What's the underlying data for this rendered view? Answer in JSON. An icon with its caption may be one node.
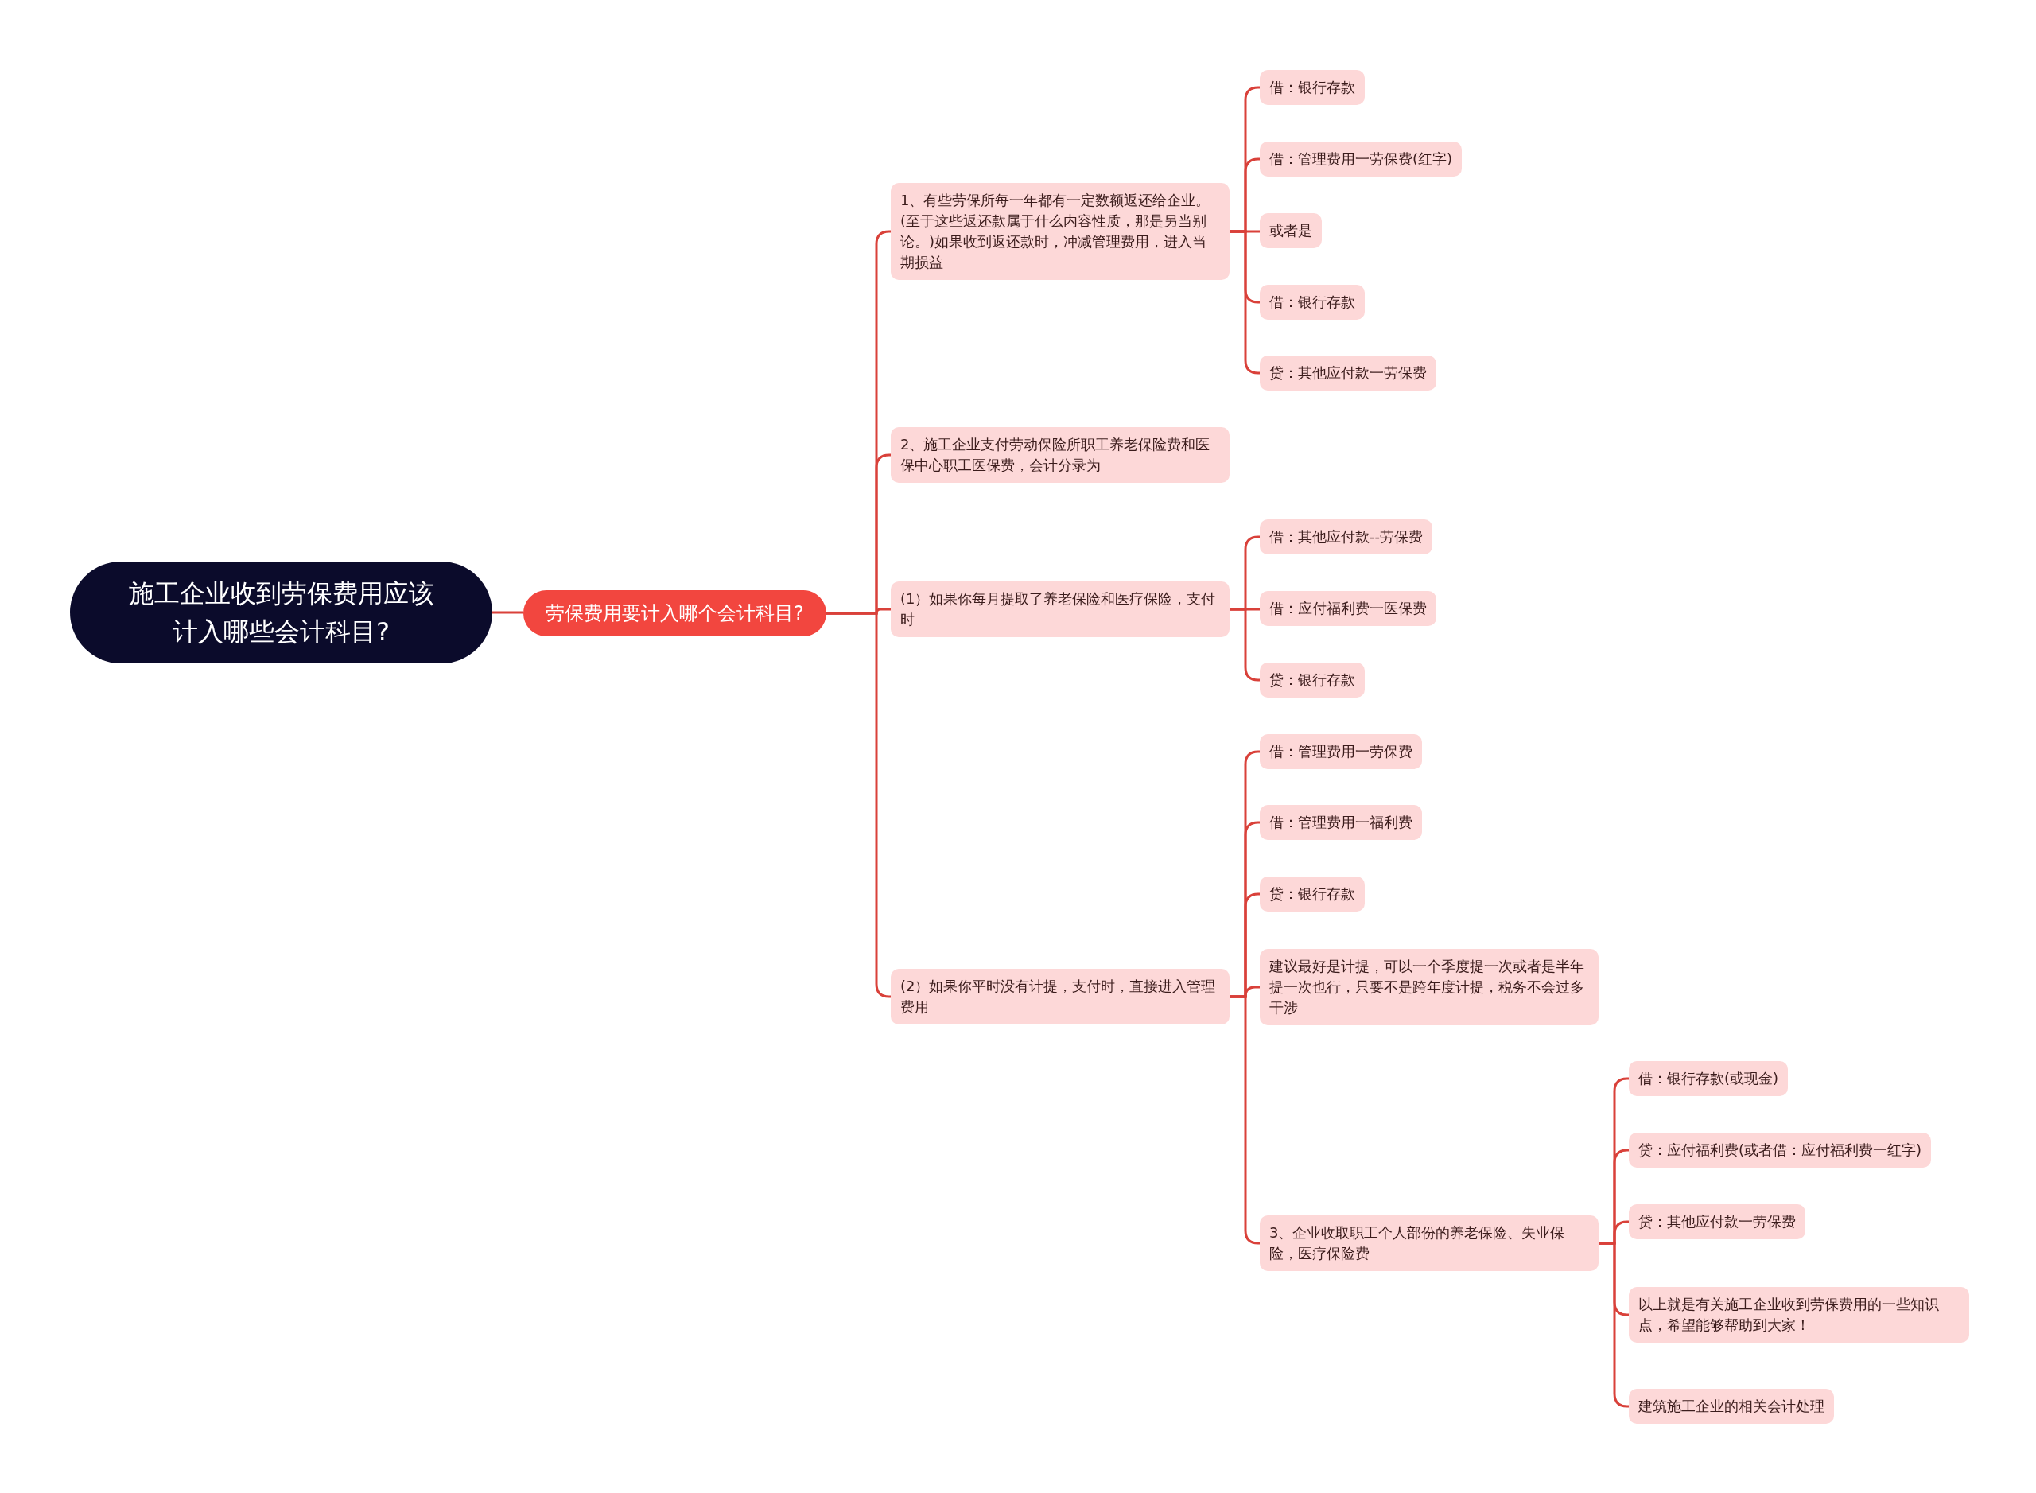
{
  "diagram": {
    "nodes": [
      {
        "text": [
          "施工企业收到劳保费用应该计入哪些会计科目?"
        ]
      },
      {
        "text": [
          "劳保费用要计入哪个会计科目?"
        ]
      },
      {
        "text": [
          "1、有些劳保所每一年都有一定数额返还给企业。(至于这些返还款属于什么内容性质，那是另当别论。)如果收到返还款时，冲减管理费用，进入当期损益"
        ]
      },
      {
        "text": [
          "借：银行存款"
        ]
      },
      {
        "text": [
          "借：管理费用一劳保费(红字)"
        ]
      },
      {
        "text": [
          "或者是"
        ]
      },
      {
        "text": [
          "借：银行存款"
        ]
      },
      {
        "text": [
          "贷：其他应付款一劳保费"
        ]
      },
      {
        "text": [
          "2、施工企业支付劳动保险所职工养老保险费和医保中心职工医保费，会计分录为"
        ]
      },
      {
        "text": [
          "(1）如果你每月提取了养老保险和医疗保险，支付时"
        ]
      },
      {
        "text": [
          "借：其他应付款--劳保费"
        ]
      },
      {
        "text": [
          "借：应付福利费一医保费"
        ]
      },
      {
        "text": [
          "贷：银行存款"
        ]
      },
      {
        "text": [
          "(2）如果你平时没有计提，支付时，直接进入管理费用"
        ]
      },
      {
        "text": [
          "借：管理费用一劳保费"
        ]
      },
      {
        "text": [
          "借：管理费用一福利费"
        ]
      },
      {
        "text": [
          "贷：银行存款"
        ]
      },
      {
        "text": [
          "建议最好是计提，可以一个季度提一次或者是半年提一次也行，只要不是跨年度计提，税务不会过多干涉"
        ]
      },
      {
        "text": [
          "3、企业收取职工个人部份的养老保险、失业保险，医疗保险费"
        ]
      },
      {
        "text": [
          "借：银行存款(或现金)"
        ]
      },
      {
        "text": [
          "贷：应付福利费(或者借：应付福利费一红字)"
        ]
      },
      {
        "text": [
          "贷：其他应付款一劳保费"
        ]
      },
      {
        "text": [
          "以上就是有关施工企业收到劳保费用的一些知识点，希望能够帮助到大家！"
        ]
      },
      {
        "text": [
          "建筑施工企业的相关会计处理"
        ]
      }
    ],
    "edges": [
      {
        "from": 0,
        "to": 1,
        "arrow": "none"
      },
      {
        "from": 1,
        "to": 2,
        "arrow": "none"
      },
      {
        "from": 1,
        "to": 8,
        "arrow": "none"
      },
      {
        "from": 1,
        "to": 9,
        "arrow": "none"
      },
      {
        "from": 1,
        "to": 13,
        "arrow": "none"
      },
      {
        "from": 2,
        "to": 3,
        "arrow": "none"
      },
      {
        "from": 2,
        "to": 4,
        "arrow": "none"
      },
      {
        "from": 2,
        "to": 5,
        "arrow": "none"
      },
      {
        "from": 2,
        "to": 6,
        "arrow": "none"
      },
      {
        "from": 2,
        "to": 7,
        "arrow": "none"
      },
      {
        "from": 9,
        "to": 10,
        "arrow": "none"
      },
      {
        "from": 9,
        "to": 11,
        "arrow": "none"
      },
      {
        "from": 9,
        "to": 12,
        "arrow": "none"
      },
      {
        "from": 13,
        "to": 14,
        "arrow": "none"
      },
      {
        "from": 13,
        "to": 15,
        "arrow": "none"
      },
      {
        "from": 13,
        "to": 16,
        "arrow": "none"
      },
      {
        "from": 13,
        "to": 17,
        "arrow": "none"
      },
      {
        "from": 13,
        "to": 18,
        "arrow": "none"
      },
      {
        "from": 18,
        "to": 19,
        "arrow": "none"
      },
      {
        "from": 18,
        "to": 20,
        "arrow": "none"
      },
      {
        "from": 18,
        "to": 21,
        "arrow": "none"
      },
      {
        "from": 18,
        "to": 22,
        "arrow": "none"
      },
      {
        "from": 18,
        "to": 23,
        "arrow": "none"
      }
    ]
  }
}
